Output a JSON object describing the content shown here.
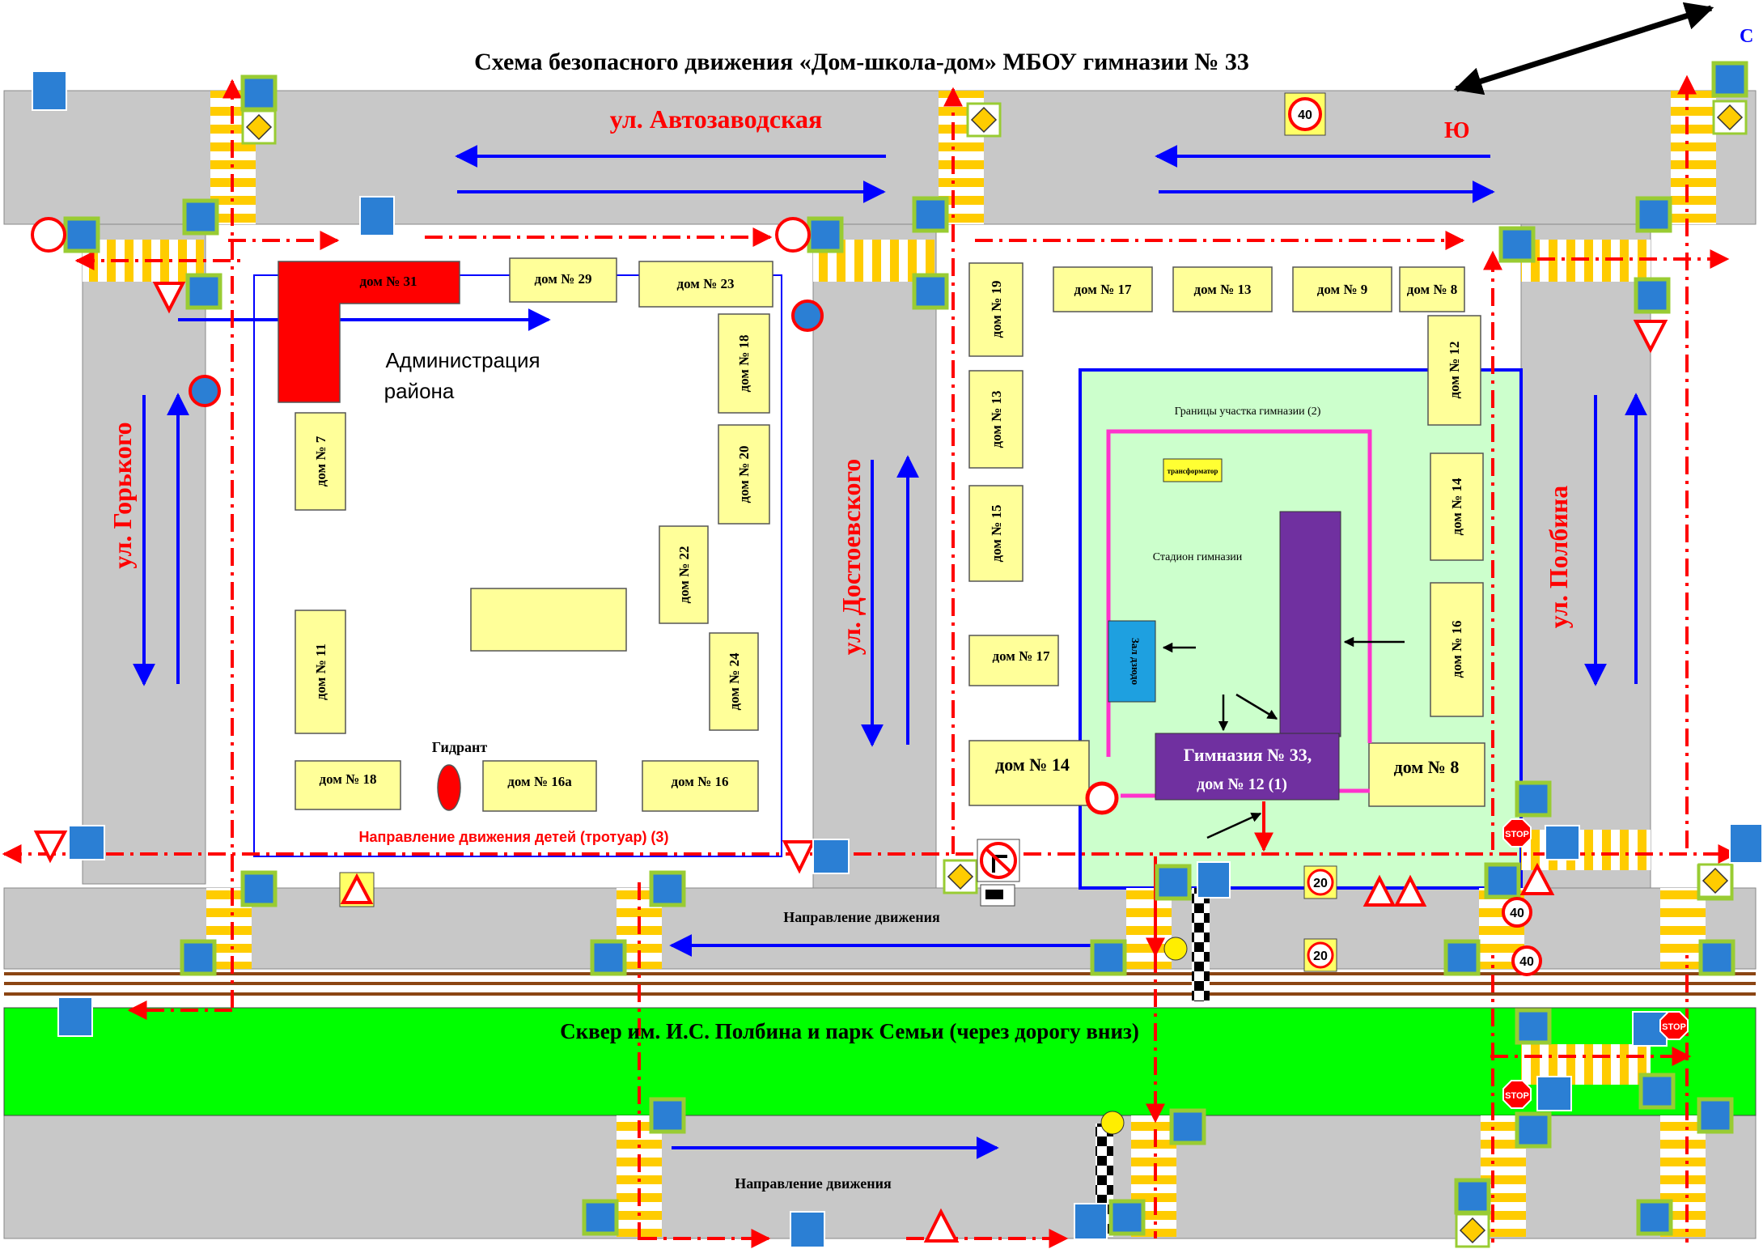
{
  "title": "Схема безопасного движения «Дом-школа-дом» МБОУ гимназии № 33",
  "compass": {
    "north": "С",
    "south": "Ю"
  },
  "streets": {
    "avtozavodskaya": "ул. Автозаводская",
    "gorkogo": "ул. Горького",
    "dostoevskogo": "ул. Достоевского",
    "polbina": "ул. Полбина"
  },
  "buildings": {
    "d31": "дом № 31",
    "d29": "дом № 29",
    "d23": "дом № 23",
    "d18a": "дом № 18",
    "d7": "дом № 7",
    "d20": "дом № 20",
    "d22": "дом № 22",
    "d24": "дом № 24",
    "d11": "дом № 11",
    "d18b": "дом № 18",
    "d16a": "дом № 16а",
    "d16": "дом № 16",
    "d19": "дом № 19",
    "d13a": "дом № 13",
    "d15": "дом № 15",
    "d17a": "дом № 17",
    "d14a": "дом № 14",
    "d17b": "дом № 17",
    "d13b": "дом № 13",
    "d9": "дом № 9",
    "d8a": "дом № 8",
    "d12": "дом № 12",
    "d14b": "дом № 14",
    "d16b": "дом № 16",
    "d8b": "дом № 8"
  },
  "labels": {
    "admin": "Администрация",
    "admin2": "района",
    "hydrant": "Гидрант",
    "kids_direction": "Направление движения детей (тротуар) (3)",
    "traffic_direction_top": "Направление движения",
    "traffic_direction_bottom": "Направление движения",
    "school_bounds": "Границы участка гимназии (2)",
    "transformer": "трансформатор",
    "stadium": "Стадион гимназии",
    "gym": "Зал дзюдо",
    "gymnasium1": "Гимназия № 33,",
    "gymnasium2": "дом № 12 (1)",
    "park": "Сквер им. И.С. Полбина и парк Семьи (через дорогу вниз)"
  },
  "signs": {
    "speed40": "40",
    "speed20": "20",
    "stop": "STOP"
  },
  "colors": {
    "road": "#c8c8c8",
    "street_label": "#ff0000",
    "traffic_arrow": "#0000ff",
    "kids_route": "#ff0000",
    "school_area": "#ccffcc",
    "park": "#00ff00",
    "building": "#ffff99",
    "admin_building": "#ff0000",
    "gymnasium": "#7030a0",
    "gym_hall": "#1ea0e0",
    "school_fence": "#ff33cc",
    "tram_rail": "#8b4513"
  }
}
